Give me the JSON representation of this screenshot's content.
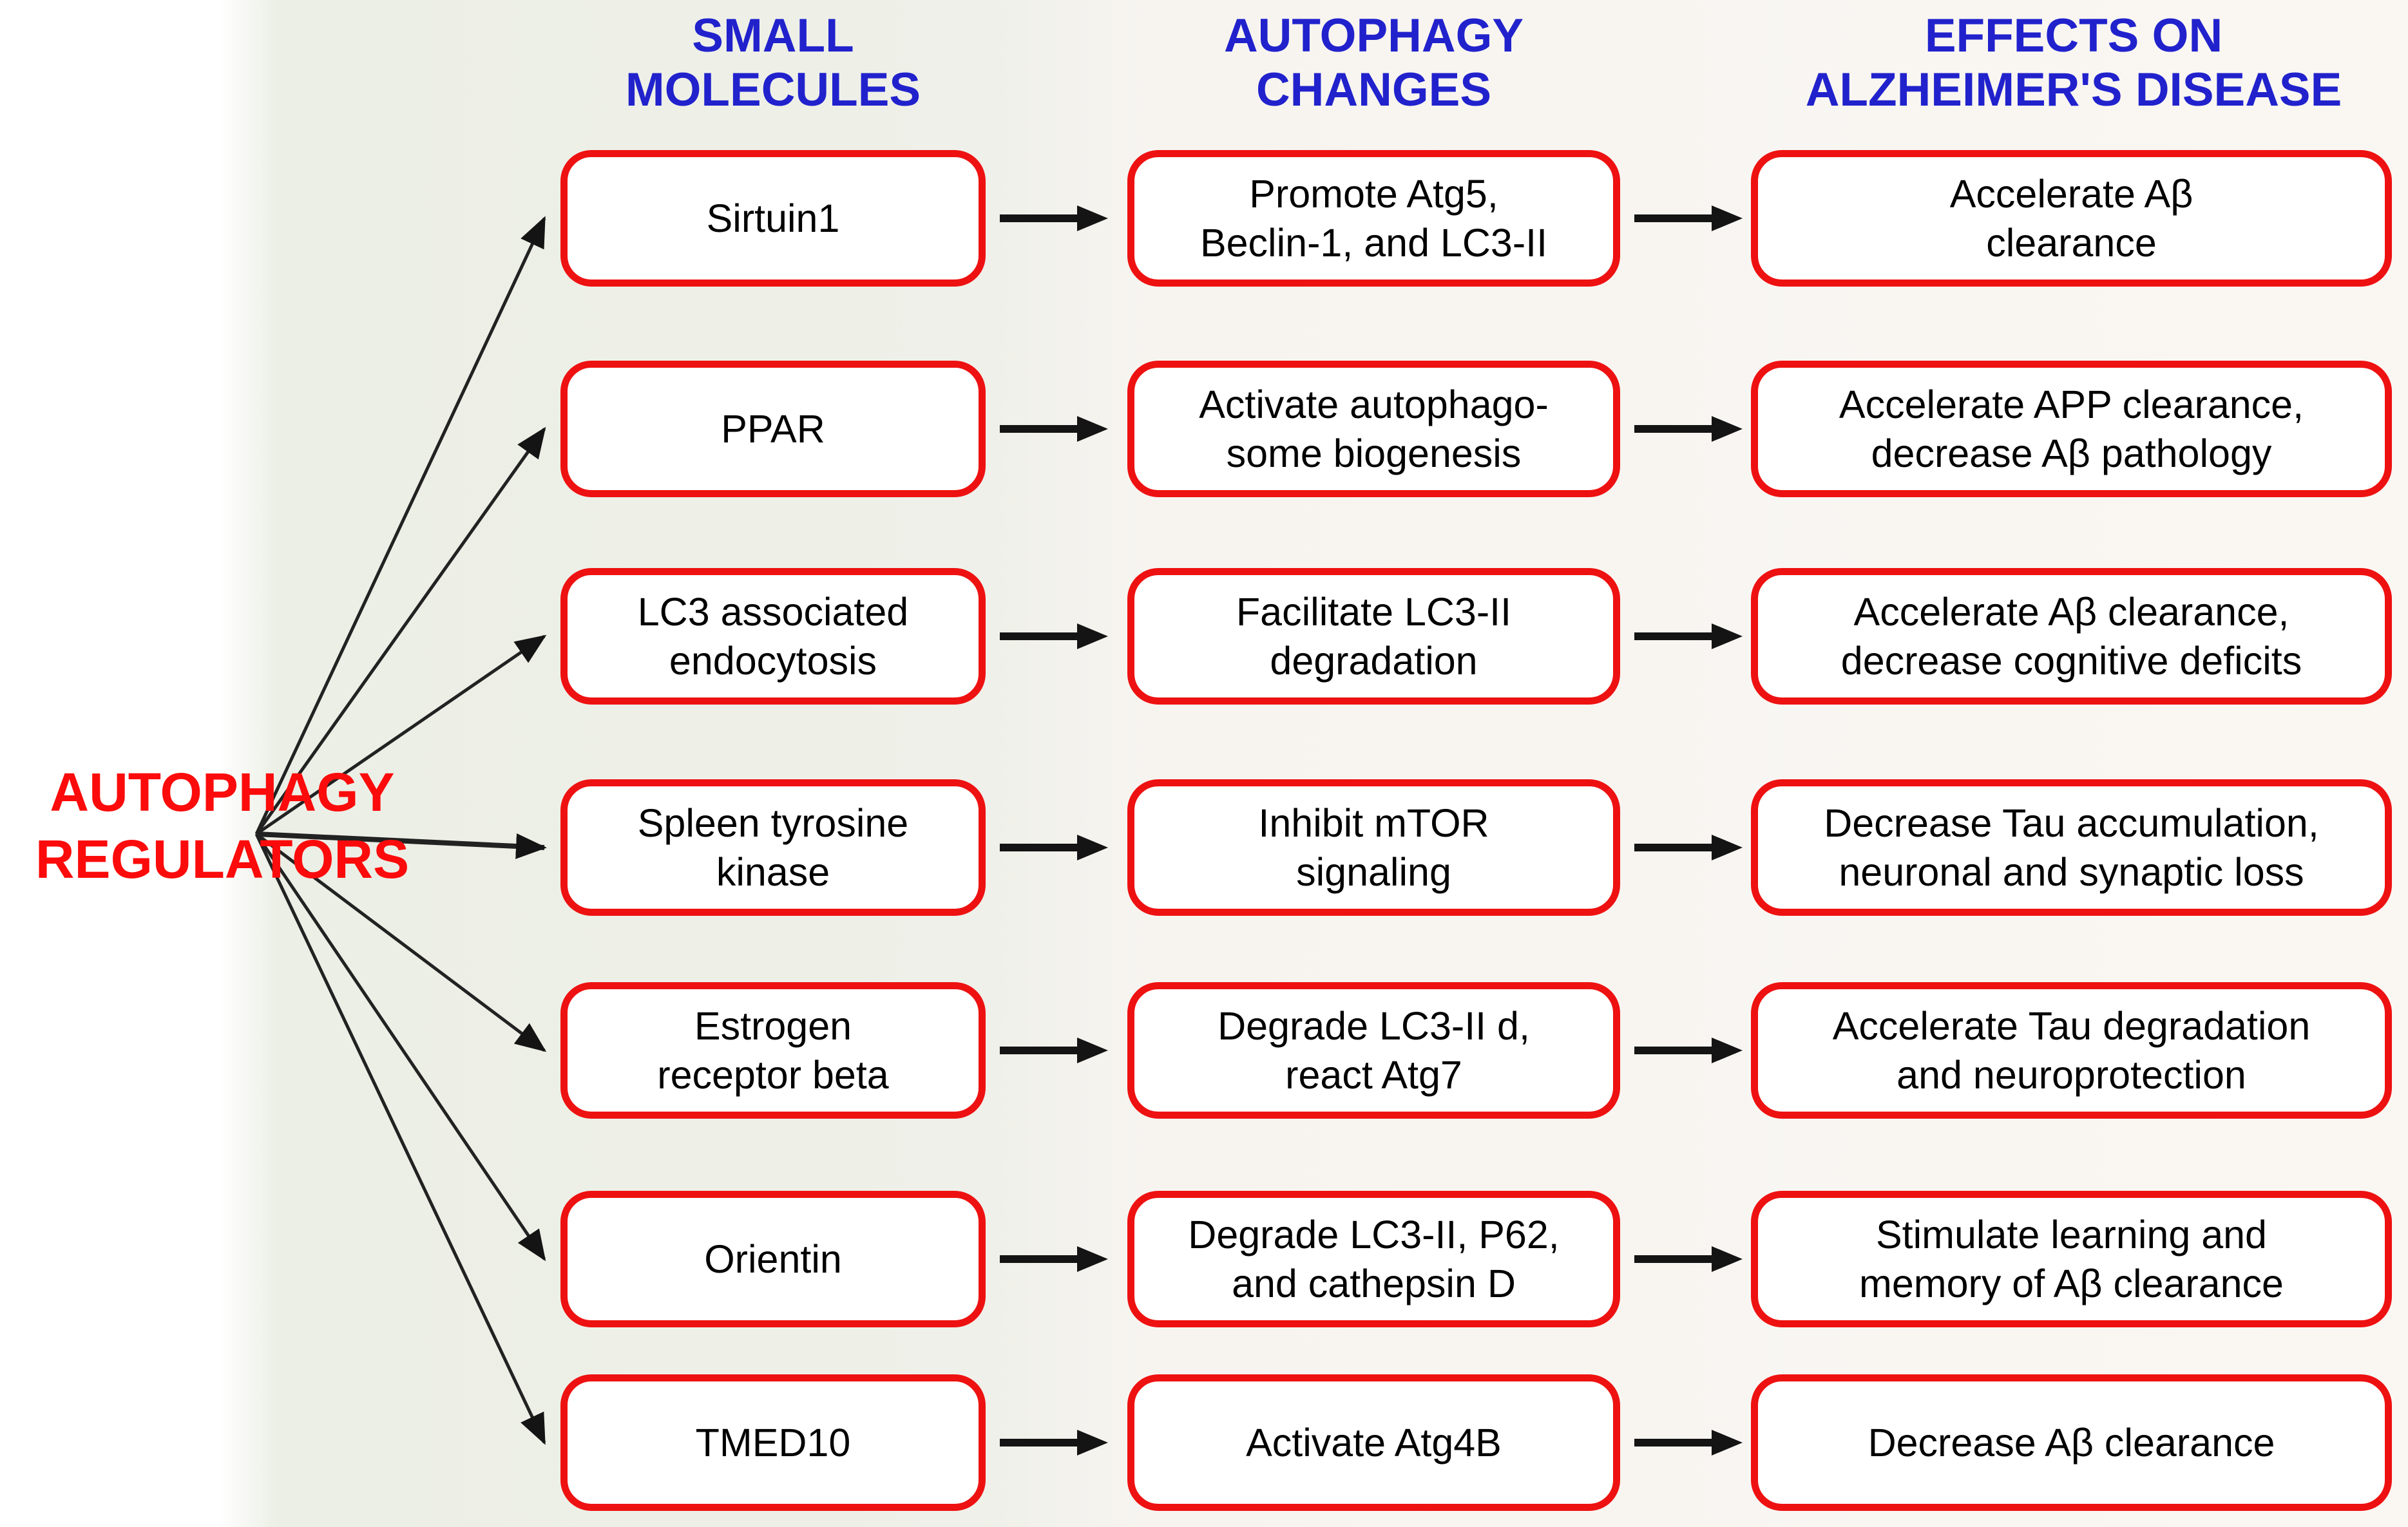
{
  "title": "Autophagy regulators and their effects on Alzheimer's disease",
  "colors": {
    "header_blue": "#2122cc",
    "label_red": "#fb0b0b",
    "box_border_red": "#ee1111",
    "box_fill": "#ffffff",
    "arrow_black": "#141414",
    "background_band_green": "#eff0e9",
    "background_warm_white": "#faf7f3"
  },
  "left_label": {
    "label": "AUTOPHAGY\nREGULATORS"
  },
  "headers": [
    {
      "label": "SMALL\nMOLECULES"
    },
    {
      "label": "AUTOPHAGY\nCHANGES"
    },
    {
      "label": "EFFECTS ON\nALZHEIMER'S DISEASE"
    }
  ],
  "rows": [
    {
      "molecule": "Sirtuin1",
      "change": "Promote Atg5,\nBeclin-1, and LC3-II",
      "effect": "Accelerate Aβ\nclearance"
    },
    {
      "molecule": "PPAR",
      "change": "Activate autophago-\nsome biogenesis",
      "effect": "Accelerate APP clearance,\ndecrease Aβ pathology"
    },
    {
      "molecule": "LC3 associated\nendocytosis",
      "change": "Facilitate LC3-II\ndegradation",
      "effect": "Accelerate Aβ clearance,\ndecrease cognitive deficits"
    },
    {
      "molecule": "Spleen tyrosine\nkinase",
      "change": "Inhibit mTOR\nsignaling",
      "effect": "Decrease Tau accumulation,\nneuronal and synaptic loss"
    },
    {
      "molecule": "Estrogen\nreceptor beta",
      "change": "Degrade LC3-II d,\nreact Atg7",
      "effect": "Accelerate Tau degradation\nand neuroprotection"
    },
    {
      "molecule": "Orientin",
      "change": "Degrade LC3-II, P62,\nand cathepsin D",
      "effect": "Stimulate learning and\nmemory of Aβ clearance"
    },
    {
      "molecule": "TMED10",
      "change": "Activate Atg4B",
      "effect": "Decrease Aβ clearance"
    }
  ]
}
